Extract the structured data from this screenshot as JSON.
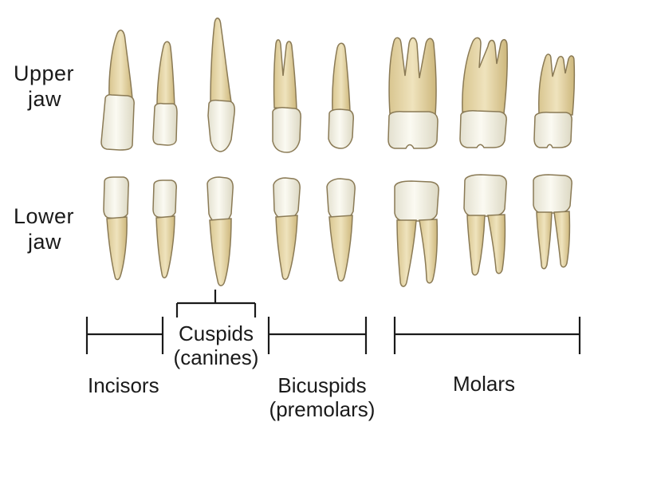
{
  "labels": {
    "upper_jaw": [
      "Upper",
      "jaw"
    ],
    "lower_jaw": [
      "Lower",
      "jaw"
    ]
  },
  "groups": {
    "incisors": "Incisors",
    "cuspids": [
      "Cuspids",
      "(canines)"
    ],
    "bicuspids": [
      "Bicuspids",
      "(premolars)"
    ],
    "molars": "Molars"
  },
  "colors": {
    "crown": "#f3f1e4",
    "root": "#e7d8ac",
    "outline": "#8a7a55",
    "bracket": "#1a1a1a"
  },
  "teeth": {
    "upper": [
      "central-incisor",
      "lateral-incisor",
      "canine",
      "first-premolar",
      "second-premolar",
      "first-molar",
      "second-molar",
      "third-molar"
    ],
    "lower": [
      "central-incisor",
      "lateral-incisor",
      "canine",
      "first-premolar",
      "second-premolar",
      "first-molar",
      "second-molar",
      "third-molar"
    ]
  }
}
